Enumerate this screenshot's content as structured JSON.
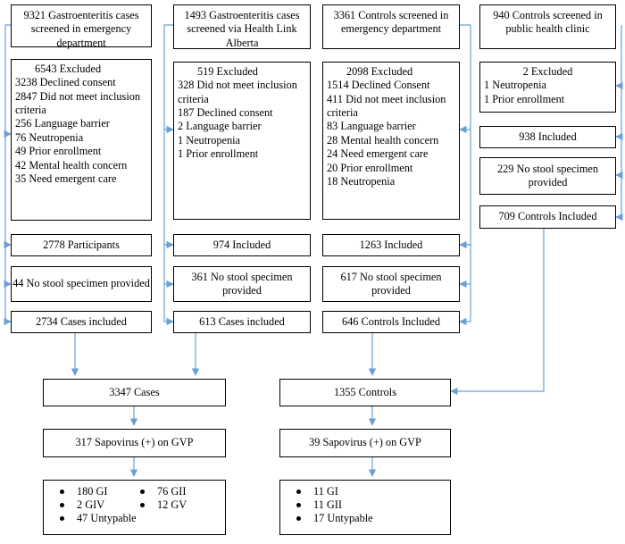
{
  "col1": {
    "screen": "9321 Gastroenteritis cases screened in emergency department",
    "excluded": [
      "6543 Excluded",
      "3238 Declined consent",
      "2847 Did not meet inclusion criteria",
      "256 Language barrier",
      "76 Neutropenia",
      "49 Prior enrollment",
      "42 Mental health concern",
      "35 Need emergent care"
    ],
    "participants": "2778 Participants",
    "no_stool": "44 No stool specimen provided",
    "included": "2734 Cases included"
  },
  "col2": {
    "screen": "1493 Gastroenteritis cases screened via Health Link Alberta",
    "excluded": [
      "519 Excluded",
      "328 Did not meet inclusion criteria",
      "187 Declined consent",
      "2 Language barrier",
      "1 Neutropenia",
      "1 Prior enrollment"
    ],
    "included": "974 Included",
    "no_stool": "361 No stool specimen provided",
    "cases_included": "613 Cases included"
  },
  "col3": {
    "screen": "3361 Controls screened in emergency department",
    "excluded": [
      "2098 Excluded",
      "1514 Declined Consent",
      "411 Did not meet inclusion criteria",
      "83 Language barrier",
      "28 Mental health concern",
      "24 Need emergent care",
      "20 Prior enrollment",
      "18 Neutropenia"
    ],
    "included": "1263 Included",
    "no_stool": "617 No stool specimen provided",
    "controls_included": "646 Controls Included"
  },
  "col4": {
    "screen": "940 Controls screened in public health clinic",
    "excluded": [
      "2 Excluded",
      "1 Neutropenia",
      "1 Prior enrollment"
    ],
    "included": "938 Included",
    "no_stool": "229 No stool specimen provided",
    "controls_included": "709 Controls Included"
  },
  "cases": {
    "total": "3347 Cases",
    "positive": "317 Sapovirus (+) on GVP",
    "genotypes": [
      "180 GI",
      "76 GII",
      "2 GIV",
      "12 GV",
      "47 Untypable"
    ]
  },
  "controls": {
    "total": "1355 Controls",
    "positive": "39 Sapovirus (+) on GVP",
    "genotypes": [
      "11 GI",
      "11 GII",
      "17 Untypable"
    ]
  },
  "colors": {
    "arrow": "#6aa0d2",
    "border": "#000000"
  }
}
